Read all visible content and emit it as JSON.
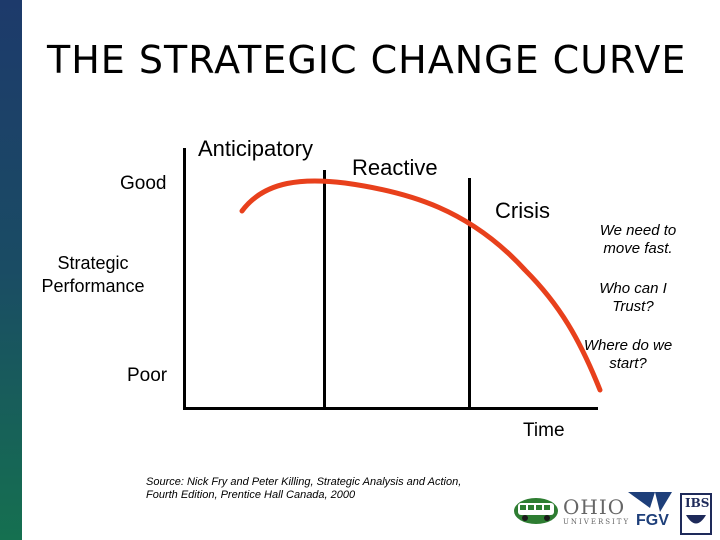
{
  "slide": {
    "title": "THE STRATEGIC CHANGE CURVE"
  },
  "diagram": {
    "y_high_label": "Good",
    "y_low_label": "Poor",
    "y_axis_label_line1": "Strategic",
    "y_axis_label_line2": "Performance",
    "x_axis_label": "Time",
    "phases": [
      "Anticipatory",
      "Reactive",
      "Crisis"
    ],
    "curve_color": "#e8401c"
  },
  "notes": {
    "note1_line1": "We need to",
    "note1_line2": "move fast.",
    "note2_line1": "Who can I",
    "note2_line2": "Trust?",
    "note3_line1": "Where do we",
    "note3_line2": "start?"
  },
  "source": {
    "line1": "Source:  Nick Fry and Peter Killing, Strategic Analysis and Action,",
    "line2": "Fourth Edition, Prentice Hall Canada, 2000"
  },
  "logos": {
    "ohio_line1": "OHIO",
    "ohio_line2": "UNIVERSITY",
    "fgv": "FGV",
    "ibs": "IBS"
  }
}
